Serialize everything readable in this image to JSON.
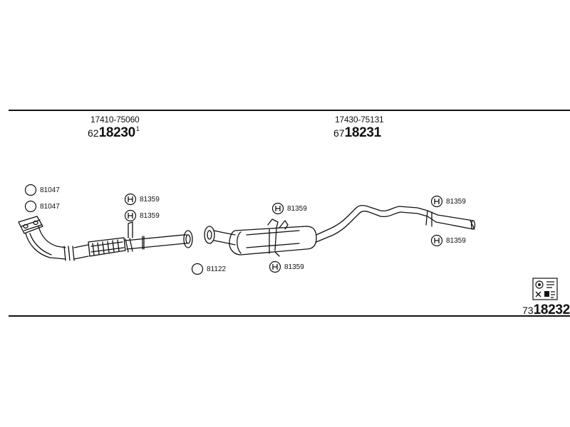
{
  "assemblies": [
    {
      "oem": "17410-75060",
      "prefix": "62",
      "number": "18230",
      "suffix": "1"
    },
    {
      "oem": "17430-75131",
      "prefix": "67",
      "number": "18231",
      "suffix": ""
    }
  ],
  "kit": {
    "prefix": "73",
    "number": "18232"
  },
  "callouts": [
    {
      "code": "81047",
      "icon": "gasket-ring-icon"
    },
    {
      "code": "81047",
      "icon": "gasket-ring-icon"
    },
    {
      "code": "81359",
      "icon": "hanger-mount-icon"
    },
    {
      "code": "81359",
      "icon": "hanger-mount-icon"
    },
    {
      "code": "81122",
      "icon": "gasket-ring-icon"
    },
    {
      "code": "81359",
      "icon": "hanger-mount-icon"
    },
    {
      "code": "81359",
      "icon": "hanger-mount-icon"
    },
    {
      "code": "81359",
      "icon": "hanger-mount-icon"
    },
    {
      "code": "81359",
      "icon": "hanger-mount-icon"
    }
  ]
}
